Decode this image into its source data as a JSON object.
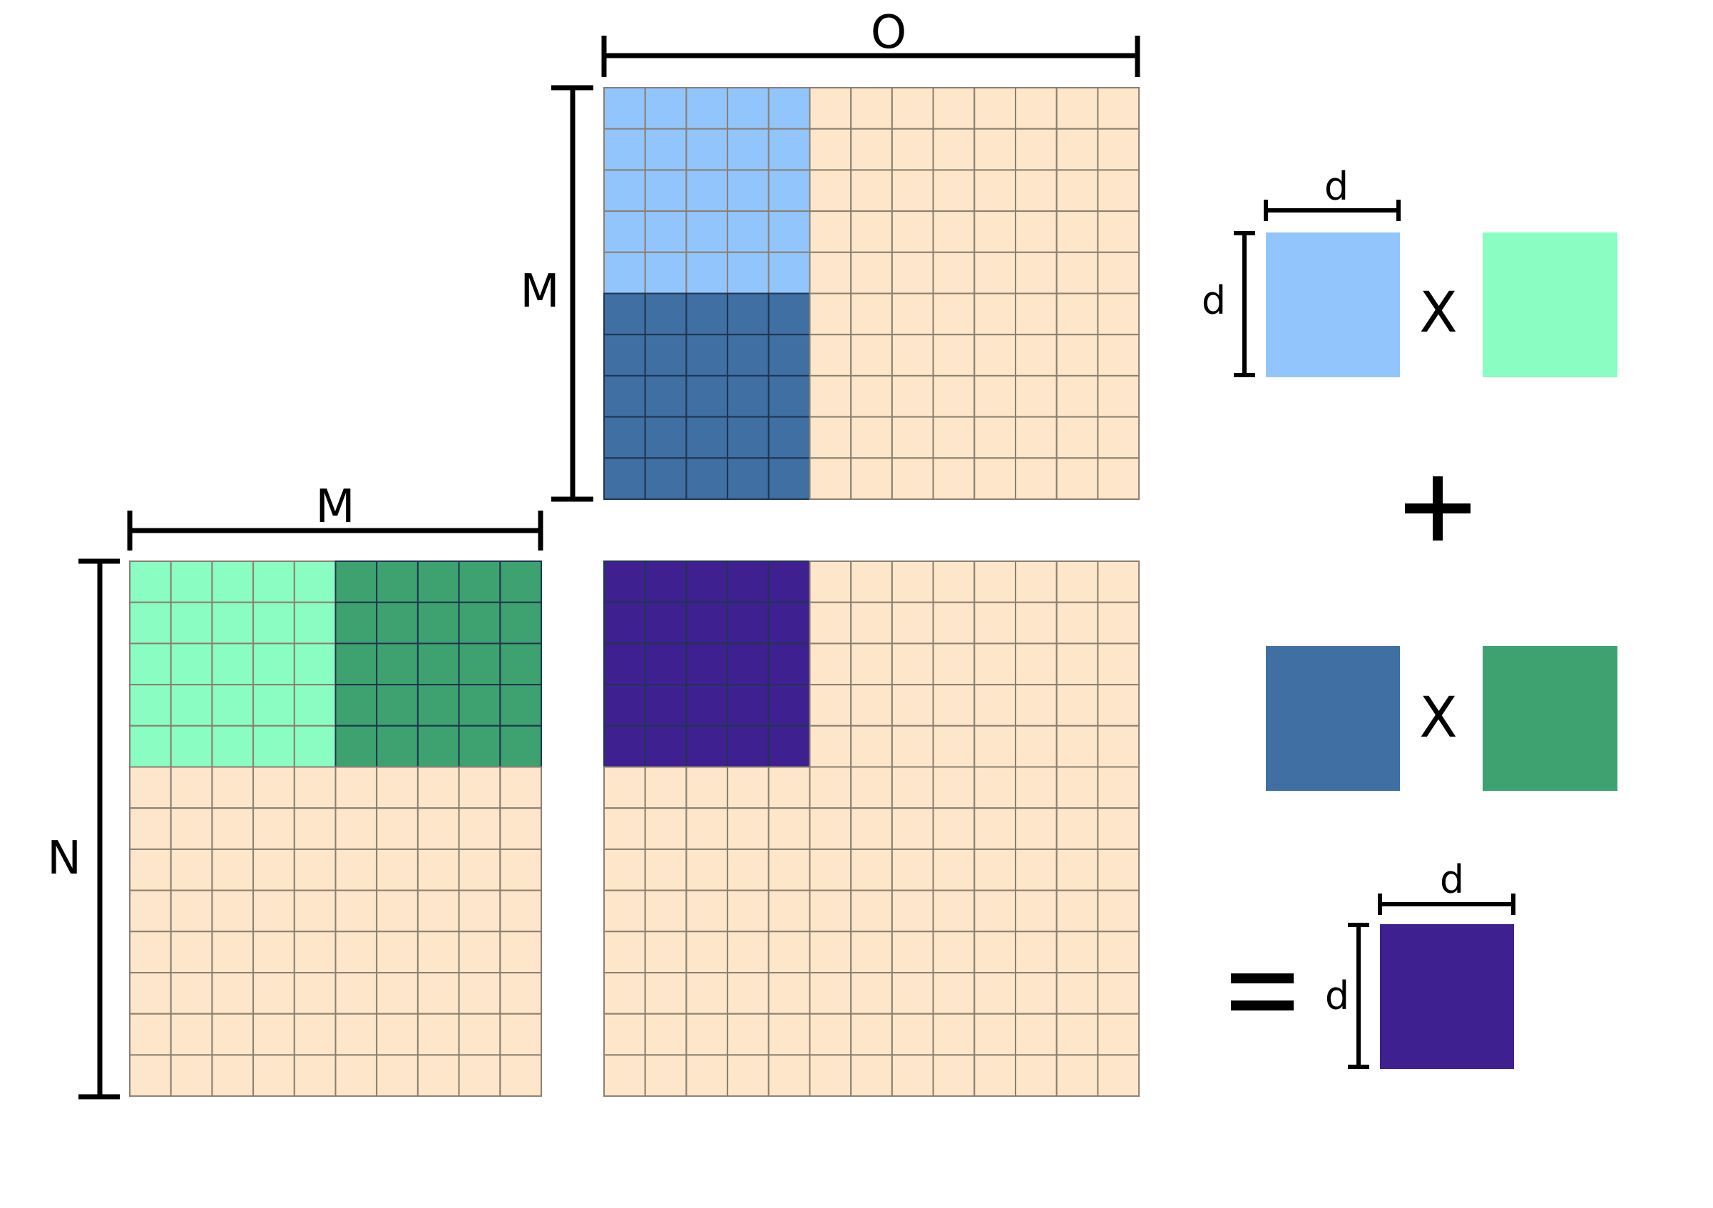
{
  "colors": {
    "empty": "#fde6c9",
    "empty_border": "#8a7f73",
    "a_light": "#93c5fd",
    "a_dark": "#3f6fa3",
    "b_light": "#89fdc2",
    "b_dark": "#3ea270",
    "result": "#3f2090",
    "dark_border": "#1f3550"
  },
  "matrix_top": {
    "rows": 10,
    "cols": 13,
    "width_label": "O",
    "height_label": "M",
    "blocks": [
      {
        "row_start": 0,
        "rows": 5,
        "col_start": 0,
        "cols": 5,
        "color": "a_light"
      },
      {
        "row_start": 5,
        "rows": 5,
        "col_start": 0,
        "cols": 5,
        "color": "a_dark"
      }
    ]
  },
  "matrix_left": {
    "rows": 13,
    "cols": 10,
    "width_label": "M",
    "height_label": "N",
    "blocks": [
      {
        "row_start": 0,
        "rows": 5,
        "col_start": 0,
        "cols": 5,
        "color": "b_light"
      },
      {
        "row_start": 0,
        "rows": 5,
        "col_start": 5,
        "cols": 5,
        "color": "b_dark"
      }
    ]
  },
  "matrix_result": {
    "rows": 13,
    "cols": 13,
    "blocks": [
      {
        "row_start": 0,
        "rows": 5,
        "col_start": 0,
        "cols": 5,
        "color": "result"
      }
    ]
  },
  "legend": {
    "tile_size_label": "d",
    "multiply_symbol": "X",
    "plus_symbol": "+",
    "equals_symbol": "="
  }
}
